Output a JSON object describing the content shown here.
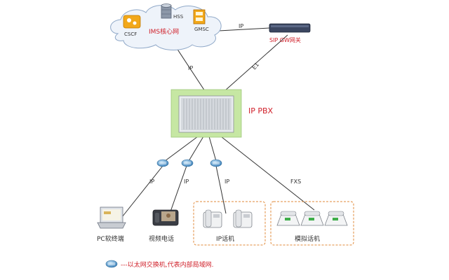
{
  "cloud": {
    "title": "IMS核心网",
    "nodes": {
      "hss": "HSS",
      "cscf": "CSCF",
      "gmsc": "GMSC"
    }
  },
  "sip_gw": {
    "label": "SIP GW网关"
  },
  "pbx": {
    "label": "IP PBX"
  },
  "links": {
    "cloud_gw": "IP",
    "cloud_pbx": "IP",
    "gw_pbx": "E1",
    "pbx_pc": "IP",
    "pbx_video": "IP",
    "pbx_ipphone": "IP",
    "pbx_analog": "FXS"
  },
  "endpoints": {
    "pc": "PC软终端",
    "video": "视频电话",
    "ip_phone": "IP话机",
    "analog": "模拟话机"
  },
  "legend": {
    "text": "---以太网交换机,代表内部局域网."
  },
  "colors": {
    "red_text": "#d0202a",
    "pbx_bg": "#c6e7a3",
    "cloud_fill": "#eef3fa",
    "switch_blue": "#4a8fc4",
    "group_border": "#e08a3a"
  }
}
